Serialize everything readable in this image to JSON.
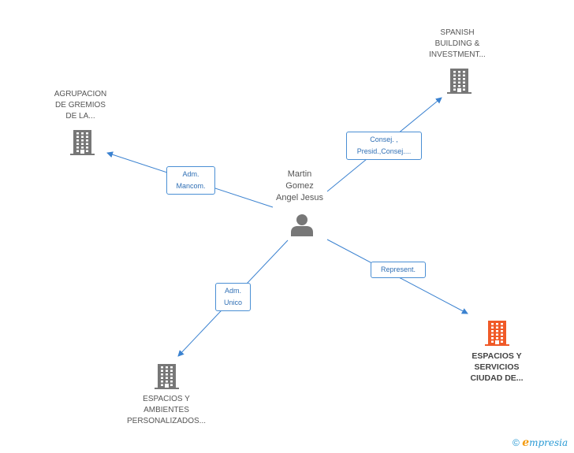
{
  "center": {
    "name_lines": [
      "Martin",
      "Gomez",
      "Angel Jesus"
    ],
    "icon": "person-icon"
  },
  "companies": {
    "agrupacion": {
      "lines": [
        "AGRUPACION",
        "DE GREMIOS",
        "DE LA..."
      ],
      "icon": "building-icon",
      "color": "#777777"
    },
    "spanish": {
      "lines": [
        "SPANISH",
        "BUILDING &",
        "INVESTMENT..."
      ],
      "icon": "building-icon",
      "color": "#777777"
    },
    "espacios_ambientes": {
      "lines": [
        "ESPACIOS Y",
        "AMBIENTES",
        "PERSONALIZADOS..."
      ],
      "icon": "building-icon",
      "color": "#777777"
    },
    "espacios_servicios": {
      "lines": [
        "ESPACIOS Y",
        "SERVICIOS",
        "CIUDAD DE..."
      ],
      "icon": "building-icon",
      "color": "#f05a28"
    }
  },
  "relations": {
    "agrupacion": [
      "Adm.",
      "Mancom."
    ],
    "spanish": [
      "Consej. ,",
      "Presid.,Consej...."
    ],
    "espacios_ambientes": [
      "Adm.",
      "Unico"
    ],
    "espacios_servicios": [
      "Represent."
    ]
  },
  "colors": {
    "edge": "#3b82d0",
    "building": "#777777",
    "highlight": "#f05a28",
    "person": "#777777"
  },
  "footer": {
    "copyright": "©",
    "brand_initial": "e",
    "brand_rest": "mpresia"
  }
}
